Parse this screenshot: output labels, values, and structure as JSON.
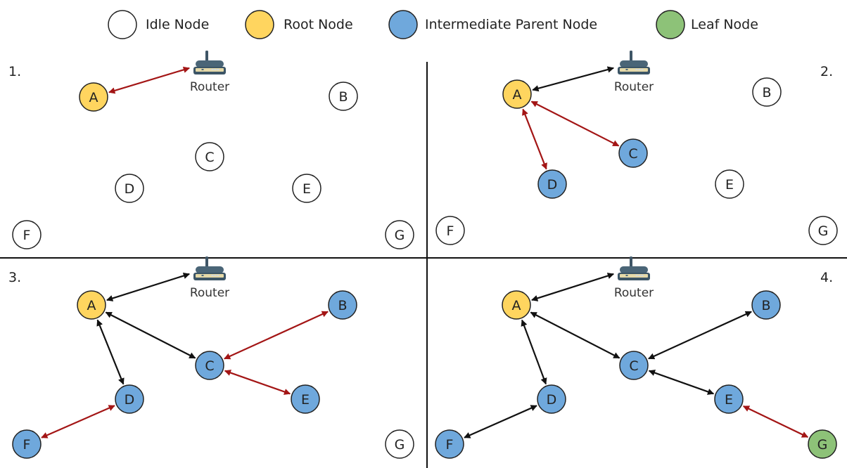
{
  "legend": [
    {
      "label": "Idle Node",
      "color": "#ffffff"
    },
    {
      "label": "Root Node",
      "color": "#ffd55f"
    },
    {
      "label": "Intermediate Parent Node",
      "color": "#6fa8dc"
    },
    {
      "label": "Leaf Node",
      "color": "#8dc278"
    }
  ],
  "router_label": "Router",
  "panels": [
    {
      "label": "1.",
      "nodes": [
        {
          "id": "A",
          "type": "root"
        },
        {
          "id": "B",
          "type": "idle"
        },
        {
          "id": "C",
          "type": "idle"
        },
        {
          "id": "D",
          "type": "idle"
        },
        {
          "id": "E",
          "type": "idle"
        },
        {
          "id": "F",
          "type": "idle"
        },
        {
          "id": "G",
          "type": "idle"
        }
      ],
      "links": [
        {
          "from": "A",
          "to": "Router",
          "color": "red"
        }
      ]
    },
    {
      "label": "2.",
      "nodes": [
        {
          "id": "A",
          "type": "root"
        },
        {
          "id": "B",
          "type": "idle"
        },
        {
          "id": "C",
          "type": "intermediate"
        },
        {
          "id": "D",
          "type": "intermediate"
        },
        {
          "id": "E",
          "type": "idle"
        },
        {
          "id": "F",
          "type": "idle"
        },
        {
          "id": "G",
          "type": "idle"
        }
      ],
      "links": [
        {
          "from": "A",
          "to": "Router",
          "color": "black"
        },
        {
          "from": "A",
          "to": "C",
          "color": "red"
        },
        {
          "from": "A",
          "to": "D",
          "color": "red"
        }
      ]
    },
    {
      "label": "3.",
      "nodes": [
        {
          "id": "A",
          "type": "root"
        },
        {
          "id": "B",
          "type": "intermediate"
        },
        {
          "id": "C",
          "type": "intermediate"
        },
        {
          "id": "D",
          "type": "intermediate"
        },
        {
          "id": "E",
          "type": "intermediate"
        },
        {
          "id": "F",
          "type": "intermediate"
        },
        {
          "id": "G",
          "type": "idle"
        }
      ],
      "links": [
        {
          "from": "A",
          "to": "Router",
          "color": "black"
        },
        {
          "from": "A",
          "to": "C",
          "color": "black"
        },
        {
          "from": "A",
          "to": "D",
          "color": "black"
        },
        {
          "from": "C",
          "to": "B",
          "color": "red"
        },
        {
          "from": "C",
          "to": "E",
          "color": "red"
        },
        {
          "from": "D",
          "to": "F",
          "color": "red"
        }
      ]
    },
    {
      "label": "4.",
      "nodes": [
        {
          "id": "A",
          "type": "root"
        },
        {
          "id": "B",
          "type": "intermediate"
        },
        {
          "id": "C",
          "type": "intermediate"
        },
        {
          "id": "D",
          "type": "intermediate"
        },
        {
          "id": "E",
          "type": "intermediate"
        },
        {
          "id": "F",
          "type": "intermediate"
        },
        {
          "id": "G",
          "type": "leaf"
        }
      ],
      "links": [
        {
          "from": "A",
          "to": "Router",
          "color": "black"
        },
        {
          "from": "A",
          "to": "C",
          "color": "black"
        },
        {
          "from": "A",
          "to": "D",
          "color": "black"
        },
        {
          "from": "C",
          "to": "B",
          "color": "black"
        },
        {
          "from": "C",
          "to": "E",
          "color": "black"
        },
        {
          "from": "D",
          "to": "F",
          "color": "black"
        },
        {
          "from": "E",
          "to": "G",
          "color": "red"
        }
      ]
    }
  ],
  "colors": {
    "idle": "#ffffff",
    "root": "#ffd55f",
    "intermediate": "#6fa8dc",
    "leaf": "#8dc278",
    "red_link": "#a31515",
    "black_link": "#111111"
  }
}
